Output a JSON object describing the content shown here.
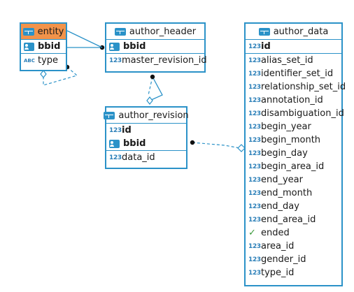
{
  "entity": {
    "title": "entity",
    "rows": [
      {
        "label": "bbid",
        "icon": "key-icon"
      },
      {
        "label": "type",
        "icon": "abc-icon",
        "icon_text": "ABC"
      }
    ]
  },
  "author_header": {
    "title": "author_header",
    "rows": [
      {
        "label": "bbid",
        "icon": "key-icon"
      },
      {
        "label": "master_revision_id",
        "icon": "number-icon",
        "icon_text": "123"
      }
    ]
  },
  "author_revision": {
    "title": "author_revision",
    "rows": [
      {
        "label": "id",
        "icon": "number-icon",
        "icon_text": "123"
      },
      {
        "label": "bbid",
        "icon": "key-icon"
      },
      {
        "label": "data_id",
        "icon": "number-icon",
        "icon_text": "123"
      }
    ]
  },
  "author_data": {
    "title": "author_data",
    "rows": [
      {
        "label": "id",
        "icon": "number-icon",
        "icon_text": "123"
      },
      {
        "label": "alias_set_id",
        "icon": "number-icon",
        "icon_text": "123"
      },
      {
        "label": "identifier_set_id",
        "icon": "number-icon",
        "icon_text": "123"
      },
      {
        "label": "relationship_set_id",
        "icon": "number-icon",
        "icon_text": "123"
      },
      {
        "label": "annotation_id",
        "icon": "number-icon",
        "icon_text": "123"
      },
      {
        "label": "disambiguation_id",
        "icon": "number-icon",
        "icon_text": "123"
      },
      {
        "label": "begin_year",
        "icon": "number-icon",
        "icon_text": "123"
      },
      {
        "label": "begin_month",
        "icon": "number-icon",
        "icon_text": "123"
      },
      {
        "label": "begin_day",
        "icon": "number-icon",
        "icon_text": "123"
      },
      {
        "label": "begin_area_id",
        "icon": "number-icon",
        "icon_text": "123"
      },
      {
        "label": "end_year",
        "icon": "number-icon",
        "icon_text": "123"
      },
      {
        "label": "end_month",
        "icon": "number-icon",
        "icon_text": "123"
      },
      {
        "label": "end_day",
        "icon": "number-icon",
        "icon_text": "123"
      },
      {
        "label": "end_area_id",
        "icon": "number-icon",
        "icon_text": "123"
      },
      {
        "label": "ended",
        "icon": "check-icon",
        "icon_text": "✓"
      },
      {
        "label": "area_id",
        "icon": "number-icon",
        "icon_text": "123"
      },
      {
        "label": "gender_id",
        "icon": "number-icon",
        "icon_text": "123"
      },
      {
        "label": "type_id",
        "icon": "number-icon",
        "icon_text": "123"
      }
    ]
  },
  "colors": {
    "border": "#2b92c8",
    "entity_header": "#f2934a",
    "check": "#3a9a3a"
  }
}
